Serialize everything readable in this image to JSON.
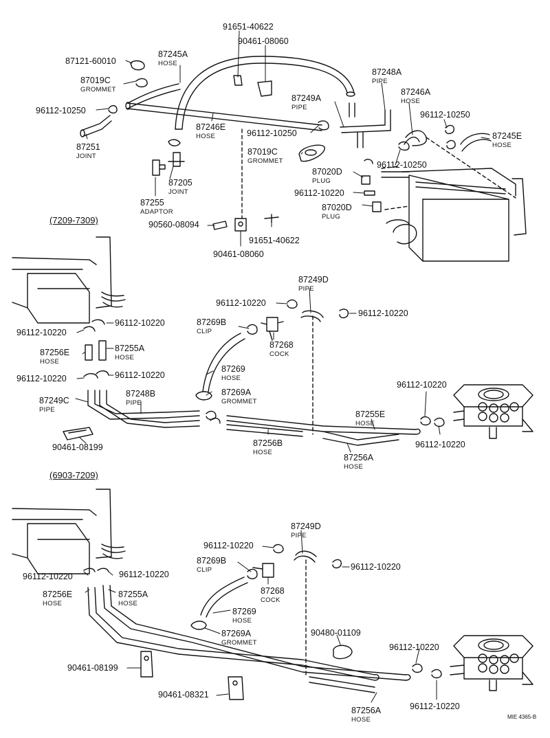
{
  "sections": {
    "top_range": "(7209-7309)",
    "bottom_range": "(6903-7209)"
  },
  "figure_ref": "MIE 4365-B",
  "parts": {
    "p87121_60010": "87121-60010",
    "p87245A": {
      "num": "87245A",
      "name": "HOSE"
    },
    "p91651_40622_top": "91651-40622",
    "p90461_08060_top": "90461-08060",
    "p87248A": {
      "num": "87248A",
      "name": "PIPE"
    },
    "p87019C_top": {
      "num": "87019C",
      "name": "GROMMET"
    },
    "p87249A": {
      "num": "87249A",
      "name": "PIPE"
    },
    "p87246A": {
      "num": "87246A",
      "name": "HOSE"
    },
    "p96112_10250_a": "96112-10250",
    "p96112_10250_b": "96112-10250",
    "p87246E": {
      "num": "87246E",
      "name": "HOSE"
    },
    "p96112_10250_c": "96112-10250",
    "p87245E": {
      "num": "87245E",
      "name": "HOSE"
    },
    "p87251": {
      "num": "87251",
      "name": "JOINT"
    },
    "p87019C_mid": {
      "num": "87019C",
      "name": "GROMMET"
    },
    "p96112_10250_d": "96112-10250",
    "p87020D_a": {
      "num": "87020D",
      "name": "PLUG"
    },
    "p87205": {
      "num": "87205",
      "name": "JOINT"
    },
    "p96112_10220_top": "96112-10220",
    "p87255": {
      "num": "87255",
      "name": "ADAPTOR"
    },
    "p87020D_b": {
      "num": "87020D",
      "name": "PLUG"
    },
    "p90560_08094": "90560-08094",
    "p91651_40622_mid": "91651-40622",
    "p90461_08060_mid": "90461-08060",
    "m87249D": {
      "num": "87249D",
      "name": "PIPE"
    },
    "m96112_10220_a": "96112-10220",
    "m96112_10220_b": "96112-10220",
    "m96112_10220_c": "96112-10220",
    "m96112_10220_d": "96112-10220",
    "m87269B": {
      "num": "87269B",
      "name": "CLIP"
    },
    "m87268": {
      "num": "87268",
      "name": "COCK"
    },
    "m87256E": {
      "num": "87256E",
      "name": "HOSE"
    },
    "m87255A": {
      "num": "87255A",
      "name": "HOSE"
    },
    "m87269": {
      "num": "87269",
      "name": "HOSE"
    },
    "m96112_10220_e": "96112-10220",
    "m96112_10220_f": "96112-10220",
    "m87269A": {
      "num": "87269A",
      "name": "GROMMET"
    },
    "m96112_10220_g": "96112-10220",
    "m87249C": {
      "num": "87249C",
      "name": "PIPE"
    },
    "m87248B": {
      "num": "87248B",
      "name": "PIPE"
    },
    "m87255E": {
      "num": "87255E",
      "name": "HOSE"
    },
    "m87256B": {
      "num": "87256B",
      "name": "HOSE"
    },
    "m96112_10220_h": "96112-10220",
    "m90461_08199": "90461-08199",
    "m87256A": {
      "num": "87256A",
      "name": "HOSE"
    },
    "b87249D": {
      "num": "87249D",
      "name": "PIPE"
    },
    "b96112_10220_a": "96112-10220",
    "b87269B": {
      "num": "87269B",
      "name": "CLIP"
    },
    "b96112_10220_b": "96112-10220",
    "b96112_10220_c": "96112-10220",
    "b96112_10220_d": "96112-10220",
    "b87268": {
      "num": "87268",
      "name": "COCK"
    },
    "b87256E": {
      "num": "87256E",
      "name": "HOSE"
    },
    "b87255A": {
      "num": "87255A",
      "name": "HOSE"
    },
    "b87269": {
      "num": "87269",
      "name": "HOSE"
    },
    "b87269A": {
      "num": "87269A",
      "name": "GROMMET"
    },
    "b90480_01109": "90480-01109",
    "b96112_10220_e": "96112-10220",
    "b90461_08199": "90461-08199",
    "b90461_08321": "90461-08321",
    "b96112_10220_f": "96112-10220",
    "b87256A": {
      "num": "87256A",
      "name": "HOSE"
    }
  }
}
